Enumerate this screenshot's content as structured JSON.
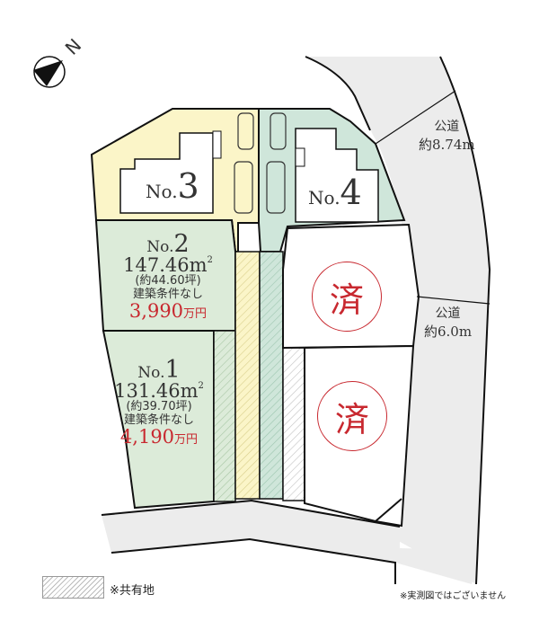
{
  "compass": {
    "label": "N",
    "icon": "north-arrow-icon"
  },
  "lots": [
    {
      "id": "no1",
      "no_prefix": "No.",
      "no_num": "1",
      "area": "131.46m",
      "area_sup": "2",
      "tsubo": "(約39.70坪)",
      "condition": "建築条件なし",
      "price": "4,190",
      "price_unit": "万円",
      "color": "#dcebd9"
    },
    {
      "id": "no2",
      "no_prefix": "No.",
      "no_num": "2",
      "area": "147.46m",
      "area_sup": "2",
      "tsubo": "(約44.60坪)",
      "condition": "建築条件なし",
      "price": "3,990",
      "price_unit": "万円",
      "color": "#dcebd9"
    },
    {
      "id": "no3",
      "no_prefix": "No.",
      "no_num": "3",
      "color": "#fbf5c8"
    },
    {
      "id": "no4",
      "no_prefix": "No.",
      "no_num": "4",
      "color": "#cfe6da"
    }
  ],
  "sold_lots": [
    {
      "label": "済"
    },
    {
      "label": "済"
    }
  ],
  "roads": [
    {
      "name": "公道",
      "width": "約8.74m"
    },
    {
      "name": "公道",
      "width": "約6.0m"
    }
  ],
  "legend": {
    "label": "※共有地"
  },
  "note": "※実測図ではございません",
  "colors": {
    "road": "#ececec",
    "price": "#c8282f",
    "outline": "#111111"
  }
}
